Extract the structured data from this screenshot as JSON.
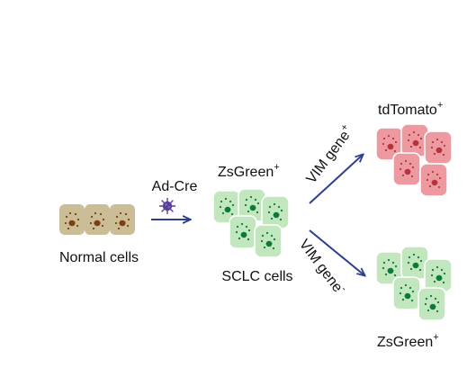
{
  "labels": {
    "normal_cells": "Normal cells",
    "ad_cre": "Ad-Cre",
    "zsgreen_top": "ZsGreen",
    "zsgreen_top_sup": "+",
    "sclc_cells": "SCLC cells",
    "vim_plus": "VIM gene",
    "vim_plus_sup": "+",
    "vim_minus": "VIM gene",
    "vim_minus_sup": "-",
    "tdtomato": "tdTomato",
    "tdtomato_sup": "+",
    "zsgreen_bottom": "ZsGreen",
    "zsgreen_bottom_sup": "+"
  },
  "colors": {
    "normal_cell_fill": "#cbbd96",
    "normal_cell_nucleus": "#7a3f14",
    "green_cell_fill": "#c2e6bd",
    "green_cell_stroke": "#ffffff",
    "green_nucleus": "#0a7a3a",
    "red_cell_fill": "#ec9aa0",
    "red_nucleus": "#b8323c",
    "arrow": "#2e3f8f",
    "virus": "#5a3f9a"
  },
  "icons": {
    "virus": "adenovirus-icon"
  }
}
